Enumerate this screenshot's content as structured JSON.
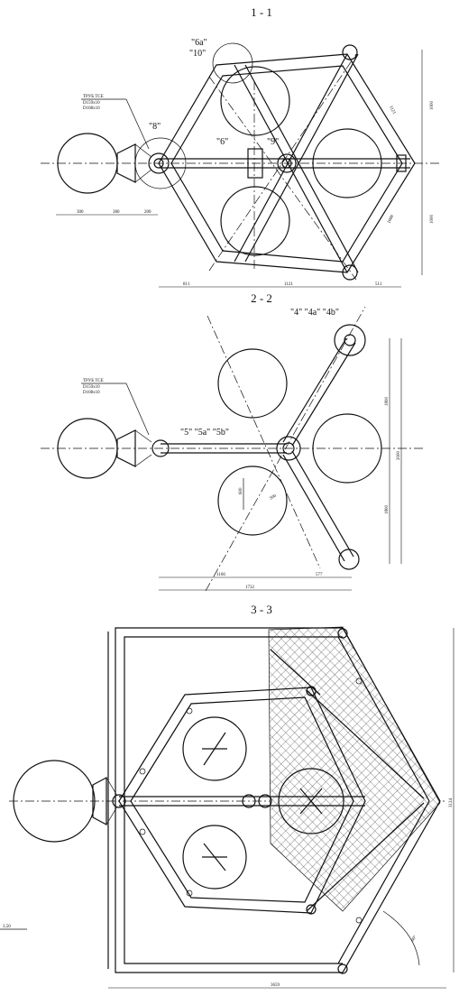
{
  "sections": [
    {
      "title": "1 - 1"
    },
    {
      "title": "2 - 2"
    },
    {
      "title": "3 - 3"
    }
  ],
  "section1": {
    "callouts": [
      "\"6a\"",
      "\"10\"",
      "\"8\"",
      "\"6\"",
      "\"9\""
    ],
    "pipe_note": [
      "ТРУБ ТСЕ",
      "D159x10",
      "D108x10"
    ],
    "dims_bottom_left": [
      "300",
      "380",
      "200"
    ],
    "dims_bottom": [
      "811",
      "1121",
      "511"
    ],
    "dims_right": [
      "1000",
      "1000"
    ],
    "dims_diag": [
      "1121",
      "1000"
    ]
  },
  "section2": {
    "callouts_top": "\"4\" \"4a\" \"4b\"",
    "callouts_mid": "\"5\" \"5a\" \"5b\"",
    "pipe_note": [
      "ТРУБ ТСЕ",
      "D159x10",
      "D108x10"
    ],
    "dims_right": [
      "1800",
      "1800",
      "2000"
    ],
    "dims_bottom": [
      "1166",
      "577"
    ],
    "dims_total": "1732",
    "dims_inner": [
      "600",
      "500"
    ]
  },
  "section3": {
    "dims_bottom": "3659",
    "dims_right": "3124",
    "angle": "60°",
    "level": "3,50"
  }
}
